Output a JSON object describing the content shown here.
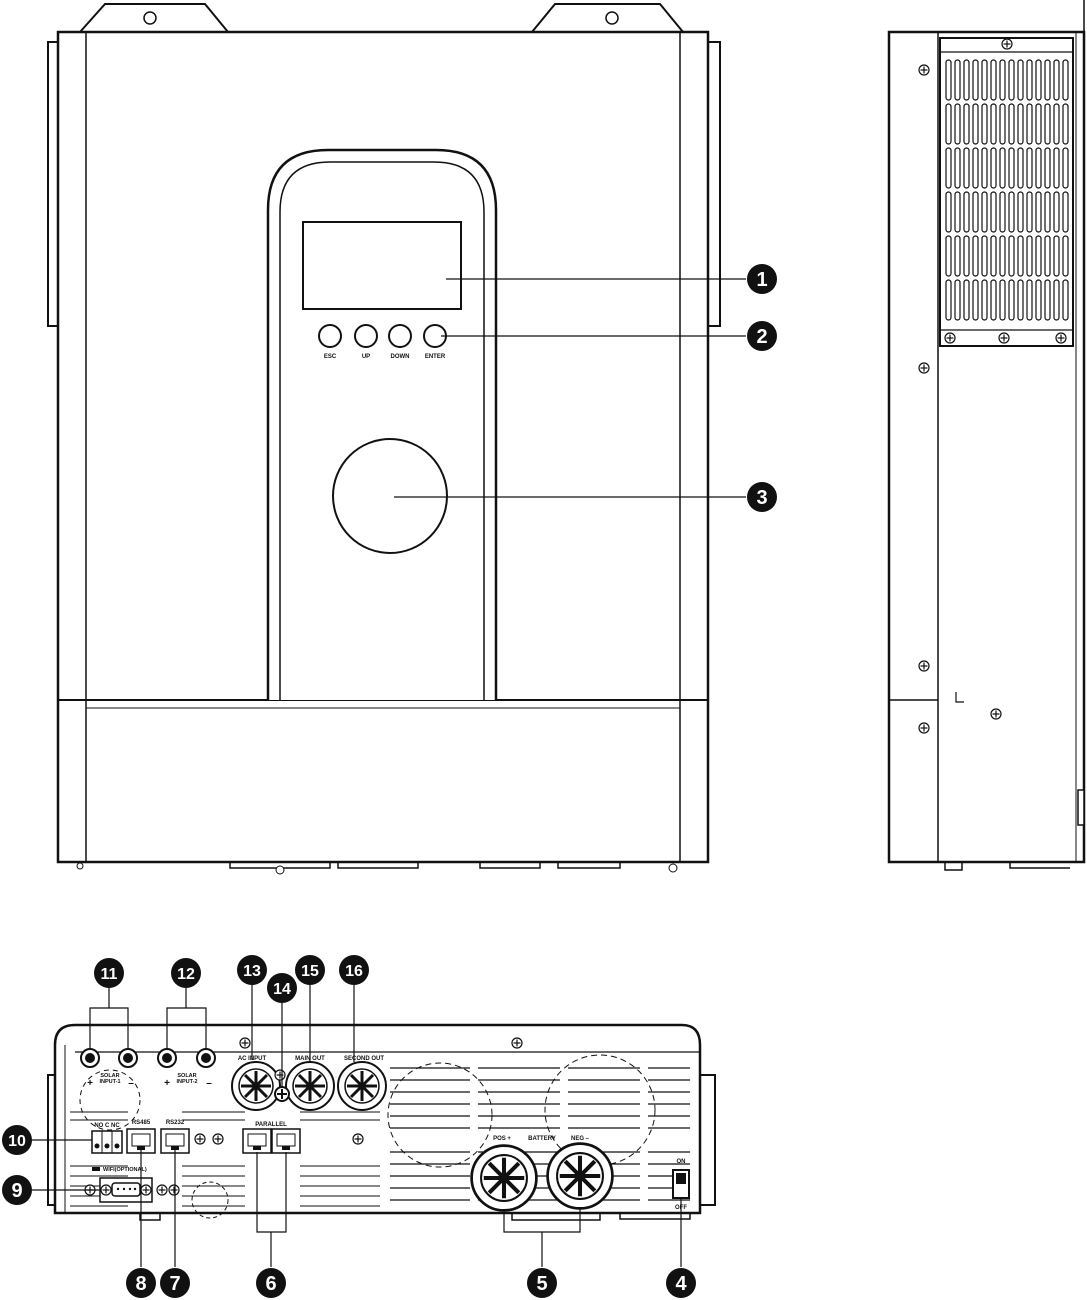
{
  "callouts": [
    {
      "id": "1",
      "text": "1"
    },
    {
      "id": "2",
      "text": "2"
    },
    {
      "id": "3",
      "text": "3"
    },
    {
      "id": "4",
      "text": "4"
    },
    {
      "id": "5",
      "text": "5"
    },
    {
      "id": "6",
      "text": "6"
    },
    {
      "id": "7",
      "text": "7"
    },
    {
      "id": "8",
      "text": "8"
    },
    {
      "id": "9",
      "text": "9"
    },
    {
      "id": "10",
      "text": "10"
    },
    {
      "id": "11",
      "text": "11"
    },
    {
      "id": "12",
      "text": "12"
    },
    {
      "id": "13",
      "text": "13"
    },
    {
      "id": "14",
      "text": "14"
    },
    {
      "id": "15",
      "text": "15"
    },
    {
      "id": "16",
      "text": "16"
    }
  ],
  "front_buttons": {
    "esc": "ESC",
    "up": "UP",
    "down": "DOWN",
    "enter": "ENTER"
  },
  "bottom_labels": {
    "solar_input_1_a": "SOLAR",
    "solar_input_1_b": "INPUT-1",
    "solar_input_2_a": "SOLAR",
    "solar_input_2_b": "INPUT-2",
    "ac_input": "AC INPUT",
    "main_out": "MAIN OUT",
    "second_out": "SECOND OUT",
    "dry_contact": "NO C NC",
    "rs485": "RS485",
    "rs232": "RS232",
    "parallel": "PARALLEL",
    "wifi": "WIFI(OPTIONAL)",
    "pos": "POS +",
    "battery": "BATTERY",
    "neg": "NEG –",
    "on": "ON",
    "off": "OFF",
    "plus_1": "+",
    "minus_1": "–",
    "plus_2": "+",
    "minus_2": "–"
  }
}
